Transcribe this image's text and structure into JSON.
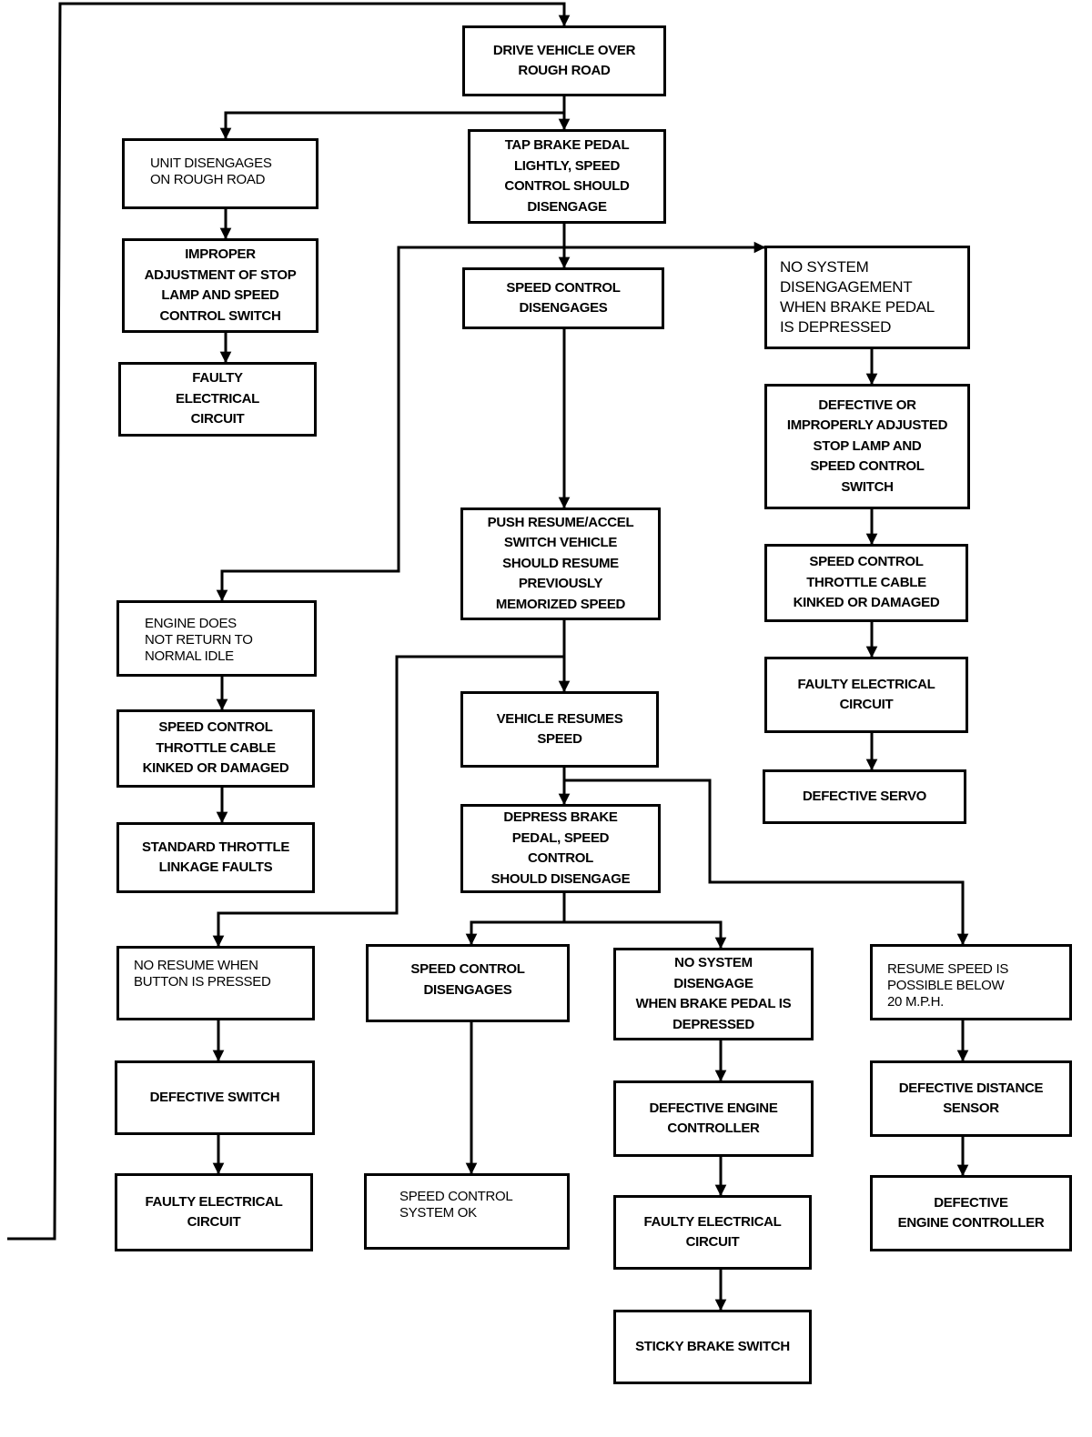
{
  "boxes": {
    "drive_vehicle": "DRIVE VEHICLE OVER\nROUGH ROAD",
    "unit_disengages": "UNIT DISENGAGES\nON ROUGH ROAD",
    "tap_brake": "TAP BRAKE PEDAL\nLIGHTLY, SPEED\nCONTROL SHOULD\nDISENGAGE",
    "improper_adjustment": "IMPROPER\nADJUSTMENT OF STOP\nLAMP AND SPEED\nCONTROL SWITCH",
    "faulty_circuit_1": "FAULTY\nELECTRICAL\nCIRCUIT",
    "speed_control_disengages_1": "SPEED CONTROL\nDISENGAGES",
    "no_system_disengagement": "NO SYSTEM\nDISENGAGEMENT\nWHEN BRAKE PEDAL\nIS DEPRESSED",
    "defective_stop_lamp": "DEFECTIVE OR\nIMPROPERLY ADJUSTED\nSTOP LAMP AND\nSPEED CONTROL\nSWITCH",
    "throttle_cable_right": "SPEED CONTROL\nTHROTTLE CABLE\nKINKED OR DAMAGED",
    "faulty_circuit_right": "FAULTY ELECTRICAL\nCIRCUIT",
    "defective_servo": "DEFECTIVE SERVO",
    "push_resume": "PUSH RESUME/ACCEL\nSWITCH VEHICLE\nSHOULD RESUME\nPREVIOUSLY\nMEMORIZED SPEED",
    "engine_idle": "ENGINE DOES\nNOT RETURN TO\nNORMAL IDLE",
    "throttle_cable_left": "SPEED CONTROL\nTHROTTLE CABLE\nKINKED OR DAMAGED",
    "standard_throttle": "STANDARD THROTTLE\nLINKAGE FAULTS",
    "vehicle_resumes": "VEHICLE RESUMES\nSPEED",
    "depress_brake": "DEPRESS BRAKE\nPEDAL, SPEED\nCONTROL\nSHOULD DISENGAGE",
    "no_resume": "NO RESUME WHEN\nBUTTON IS PRESSED",
    "defective_switch": "DEFECTIVE SWITCH",
    "faulty_circuit_3": "FAULTY ELECTRICAL\nCIRCUIT",
    "speed_control_disengages_2": "SPEED CONTROL\nDISENGAGES",
    "system_ok": "SPEED CONTROL\nSYSTEM OK",
    "no_system_disengage": "NO SYSTEM\nDISENGAGE\nWHEN BRAKE PEDAL IS\nDEPRESSED",
    "defective_engine_controller_1": "DEFECTIVE ENGINE\nCONTROLLER",
    "faulty_circuit_4": "FAULTY ELECTRICAL\nCIRCUIT",
    "sticky_brake": "STICKY BRAKE SWITCH",
    "resume_below_20": "RESUME SPEED IS\nPOSSIBLE BELOW\n20 M.P.H.",
    "defective_distance_sensor": "DEFECTIVE DISTANCE\nSENSOR",
    "defective_engine_controller_2": "DEFECTIVE\nENGINE CONTROLLER"
  }
}
